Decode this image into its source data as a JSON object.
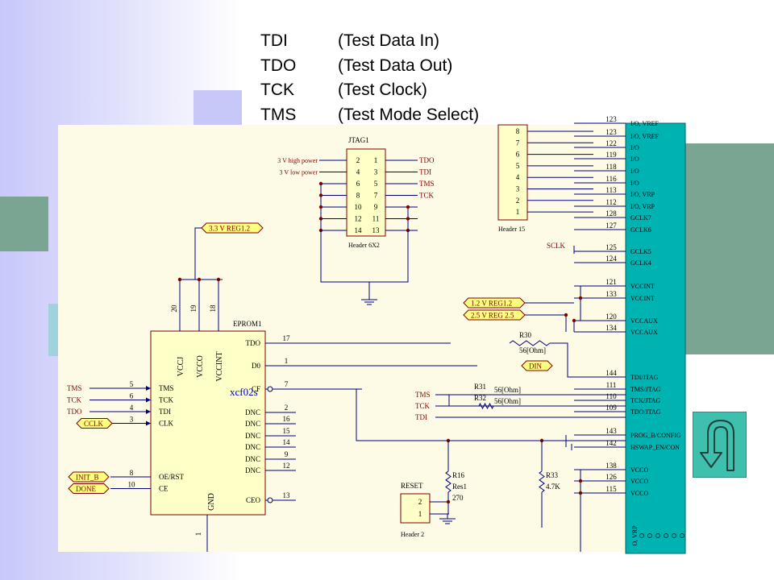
{
  "legend": [
    {
      "abbr": "TDI",
      "desc": "(Test Data In)"
    },
    {
      "abbr": "TDO",
      "desc": "(Test Data Out)"
    },
    {
      "abbr": "TCK",
      "desc": "(Test Clock)"
    },
    {
      "abbr": "TMS",
      "desc": "(Test Mode Select)"
    }
  ],
  "colors": {
    "slide_gradient": "#c8c8fa",
    "block_lavender": "#c8c8f8",
    "block_green": "#7aa593",
    "block_cyan": "#9fd2dd",
    "fpga_body": "#00b3b3",
    "component_fill": "#ffffc8",
    "wire": "#000080",
    "part_text": "#800000",
    "return_button": "#3fbfae"
  },
  "schematic": {
    "jtag_header": {
      "designator": "JTAG1",
      "footprint": "Header 6X2",
      "left_pins": [
        "2",
        "4",
        "6",
        "8",
        "10",
        "12",
        "14"
      ],
      "right_pins": [
        "1",
        "3",
        "5",
        "7",
        "9",
        "11",
        "13"
      ],
      "power_labels": [
        "3 V high power",
        "3 V  low power"
      ],
      "signals": [
        "TDO",
        "TDI",
        "TMS",
        "TCK"
      ]
    },
    "supply_3v3": "3.3 V REG1.2",
    "eprom": {
      "designator": "EPROM1",
      "part": "xcf02s",
      "top_pins": [
        "20",
        "19",
        "18"
      ],
      "power_pins": [
        "VCCJ",
        "VCCO",
        "VCCINT"
      ],
      "left_pins": [
        {
          "num": "5",
          "name": "TMS",
          "net": "TMS"
        },
        {
          "num": "6",
          "name": "TCK",
          "net": "TCK"
        },
        {
          "num": "4",
          "name": "TDI",
          "net": "TDO"
        },
        {
          "num": "3",
          "name": "CLK",
          "net": "CCLK"
        }
      ],
      "ctrl_pins": [
        {
          "num": "8",
          "name": "OE/RST",
          "net": "INIT_B"
        },
        {
          "num": "10",
          "name": "CE",
          "net": "DONE"
        }
      ],
      "right_pins": [
        {
          "num": "17",
          "name": "TDO"
        },
        {
          "num": "1",
          "name": "D0"
        },
        {
          "num": "7",
          "name": "CF"
        },
        {
          "num": "2",
          "name": "DNC"
        },
        {
          "num": "16",
          "name": "DNC"
        },
        {
          "num": "15",
          "name": "DNC"
        },
        {
          "num": "14",
          "name": "DNC"
        },
        {
          "num": "9",
          "name": "DNC"
        },
        {
          "num": "12",
          "name": "DNC"
        },
        {
          "num": "13",
          "name": "CEO"
        }
      ],
      "gnd_label": "GND",
      "bottom_pin": "1"
    },
    "header15": {
      "pins": [
        "8",
        "7",
        "6",
        "5",
        "4",
        "3",
        "2",
        "1"
      ],
      "footprint": "Header 15"
    },
    "sclk_label": "SCLK",
    "fpga_pins": [
      {
        "num": "123",
        "name": "I/O, VREF"
      },
      {
        "num": "123",
        "name": "I/O, VREF"
      },
      {
        "num": "122",
        "name": "I/O"
      },
      {
        "num": "119",
        "name": "I/O"
      },
      {
        "num": "118",
        "name": "I/O"
      },
      {
        "num": "116",
        "name": "I/O"
      },
      {
        "num": "113",
        "name": "I/O, VRP"
      },
      {
        "num": "112",
        "name": "I/O, VRP"
      },
      {
        "num": "128",
        "name": "GCLK7"
      },
      {
        "num": "127",
        "name": "GCLK6"
      },
      {
        "num": "125",
        "name": "GCLK5"
      },
      {
        "num": "124",
        "name": "GCLK4"
      },
      {
        "num": "121",
        "name": "VCCINT"
      },
      {
        "num": "133",
        "name": "VCCINT"
      },
      {
        "num": "120",
        "name": "VCCAUX"
      },
      {
        "num": "134",
        "name": "VCCAUX"
      },
      {
        "num": "144",
        "name": "TDI/JTAG"
      },
      {
        "num": "111",
        "name": "TMS/JTAG"
      },
      {
        "num": "110",
        "name": "TCK/JTAG"
      },
      {
        "num": "109",
        "name": "TDO/JTAG"
      },
      {
        "num": "143",
        "name": "PROG_B/CONFIG"
      },
      {
        "num": "142",
        "name": "HSWAP_EN/CON"
      },
      {
        "num": "138",
        "name": "VCCO"
      },
      {
        "num": "126",
        "name": "VCCO"
      },
      {
        "num": "115",
        "name": "VCCO"
      }
    ],
    "fpga_bottom_label": "O, VRP",
    "supplies_right": [
      "1.2 V REG1.2",
      "2.5 V REG 2.5"
    ],
    "r30": {
      "name": "R30",
      "value": "56[Ohm]"
    },
    "din_label": "DIN",
    "jtag_nets": [
      "TMS",
      "TCK",
      "TDI"
    ],
    "r31": {
      "name": "R31",
      "value": "56[Ohm]"
    },
    "r32": {
      "name": "R32",
      "value": "56[Ohm]"
    },
    "r16": {
      "name": "R16",
      "value": "Res1",
      "extra": "270"
    },
    "r33": {
      "name": "R33",
      "value": "4.7K"
    },
    "reset_header": {
      "title": "RESET",
      "pins": [
        "2",
        "1"
      ],
      "footprint": "Header 2"
    }
  }
}
